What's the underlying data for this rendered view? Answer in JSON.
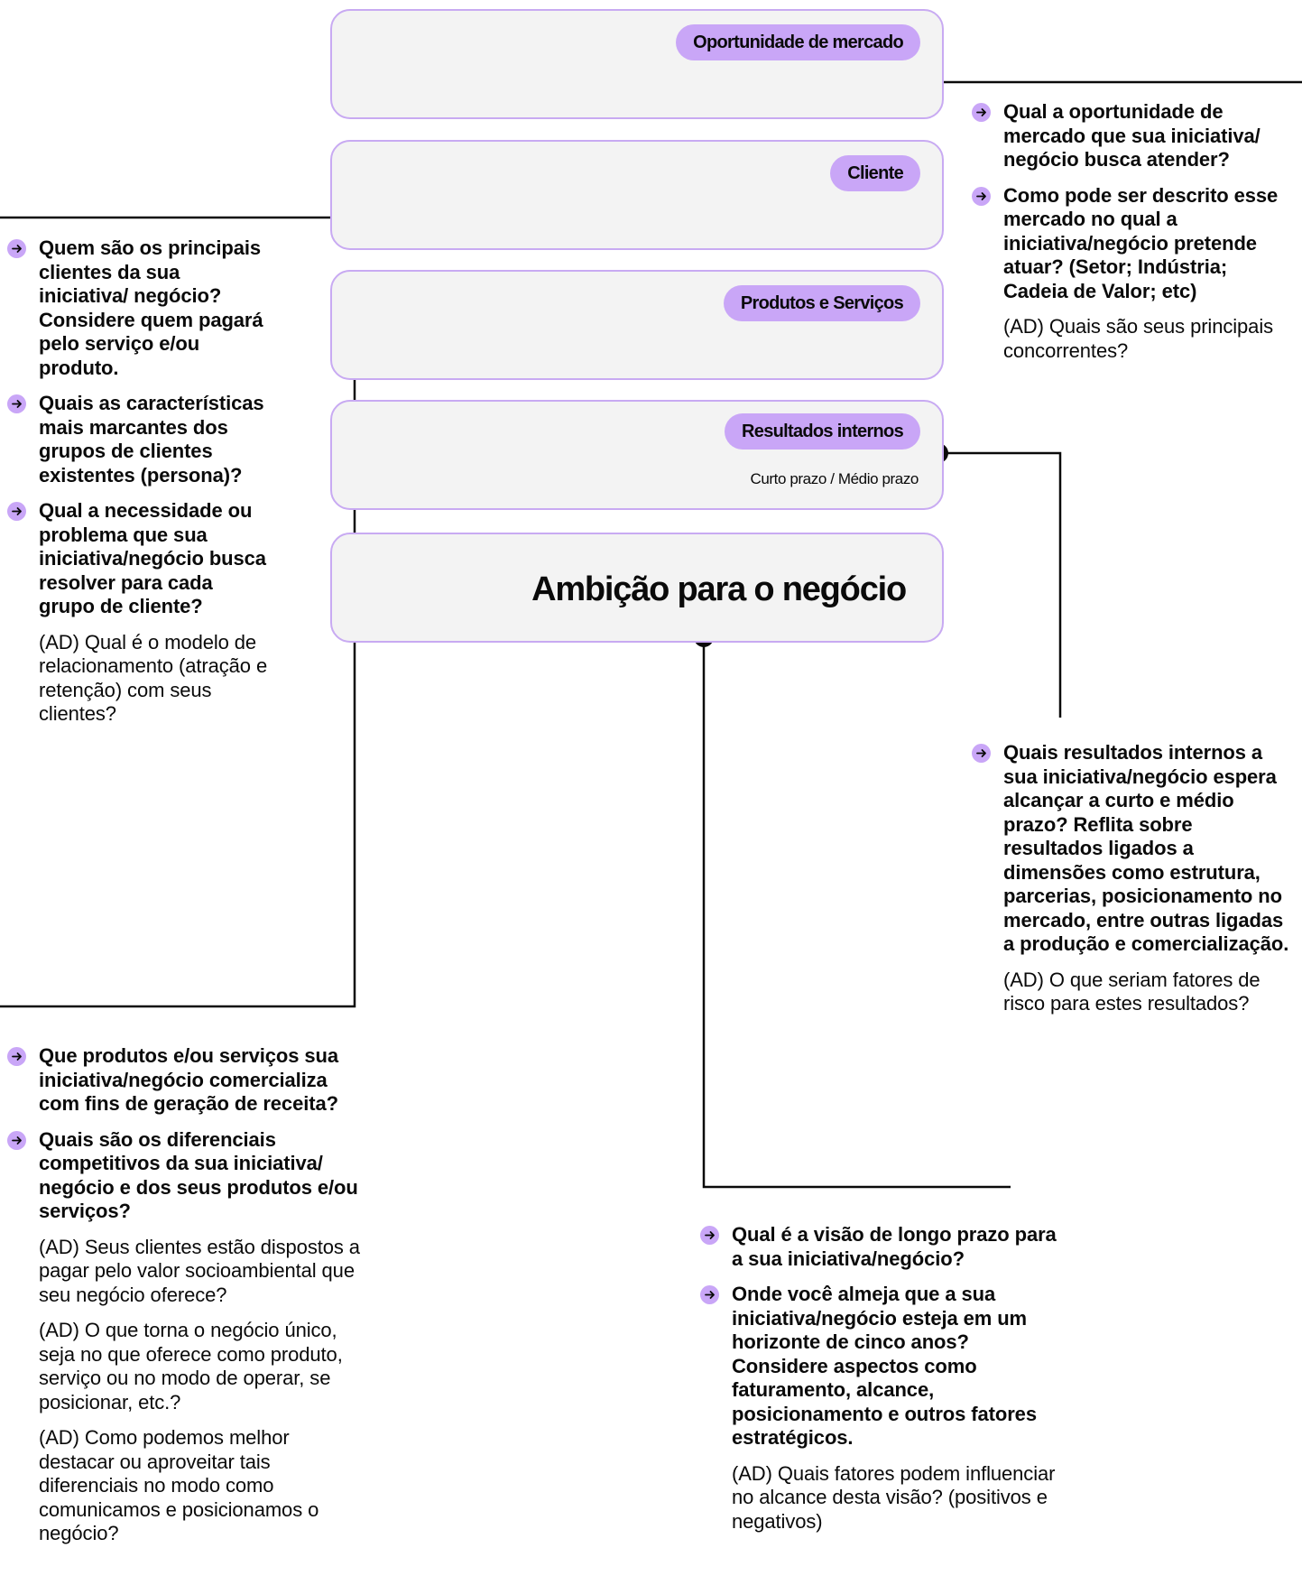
{
  "cards": {
    "oportunidade": {
      "label": "Oportunidade de mercado"
    },
    "cliente": {
      "label": "Cliente"
    },
    "produtos": {
      "label": "Produtos e Serviços"
    },
    "resultados": {
      "label": "Resultados internos",
      "sublabel": "Curto prazo / Médio prazo"
    },
    "ambicao": {
      "title": "Ambição para o negócio"
    }
  },
  "oportunidade_block": {
    "questions": [
      "Qual a oportunidade de mercado que sua iniciativa/ negócio busca atender?",
      "Como pode ser descrito esse mercado no qual a iniciativa/negócio pretende atuar? (Setor; Indústria; Cadeia de Valor; etc)"
    ],
    "notes": [
      "(AD) Quais são seus principais concorrentes?"
    ]
  },
  "cliente_block": {
    "questions": [
      "Quem são os principais clientes da sua iniciativa/ negócio? Considere quem pagará pelo serviço e/ou produto.",
      "Quais as características mais marcantes dos grupos de clientes existentes (persona)?",
      "Qual a necessidade ou problema que sua iniciativa/negócio busca resolver para cada grupo de cliente?"
    ],
    "notes": [
      "(AD) Qual é o modelo de relacionamento (atração e retenção) com seus clientes?"
    ]
  },
  "resultados_block": {
    "questions": [
      "Quais resultados internos a sua iniciativa/negócio espera alcançar a curto e médio prazo? Reflita sobre resultados ligados a dimensões como estrutura, parcerias, posicionamento no mercado, entre outras ligadas a produção e comercialização."
    ],
    "notes": [
      "(AD) O que seriam fatores de risco para estes resultados?"
    ]
  },
  "produtos_block": {
    "questions": [
      "Que produtos e/ou serviços sua iniciativa/negócio comercializa com fins de geração de receita?",
      "Quais são os diferenciais competitivos da sua iniciativa/ negócio e dos seus produtos e/ou serviços?"
    ],
    "notes": [
      "(AD) Seus clientes estão dispostos a pagar pelo valor socioambiental que seu negócio oferece?",
      "(AD) O que torna o negócio único, seja no que oferece como produto, serviço ou no modo de operar, se posicionar, etc.?",
      "(AD) Como podemos melhor destacar ou aproveitar tais diferenciais no modo como comunicamos e posicionamos o negócio?"
    ]
  },
  "ambicao_block": {
    "questions": [
      "Qual é a visão de longo prazo para a sua iniciativa/negócio?",
      "Onde você almeja que a sua iniciativa/negócio esteja em um horizonte de cinco anos? Considere aspectos como faturamento, alcance, posicionamento e outros fatores estratégicos."
    ],
    "notes": [
      "(AD) Quais fatores podem influenciar no alcance desta visão? (positivos e negativos)"
    ]
  },
  "colors": {
    "accent": "#c9a6f7",
    "border": "#c8aaf2",
    "card_bg": "#f3f3f3",
    "ink": "#0a0a0a"
  },
  "icons": {
    "bullet": "arrow-right-circle-icon",
    "connector": "connector-dot-icon"
  }
}
